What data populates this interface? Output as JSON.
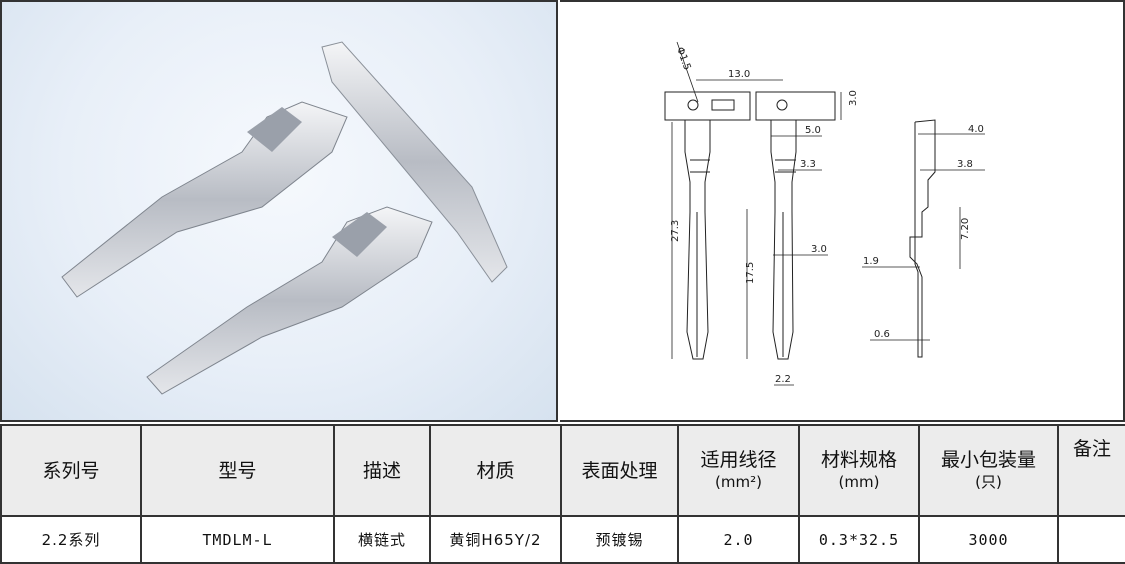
{
  "drawing": {
    "dims": {
      "hole_dia": "Φ1.5",
      "pitch": "13.0",
      "carrier_height": "3.0",
      "crimp_width": "5.0",
      "insulation_width": "3.3",
      "total_length": "27.3",
      "pin_length": "17.5",
      "pin_width": "3.0",
      "tip_width": "2.2",
      "side_top": "4.0",
      "side_crimp": "3.8",
      "side_offset": "7.20",
      "side_step": "1.9",
      "thickness": "0.6"
    }
  },
  "table": {
    "headers": [
      {
        "main": "系列号"
      },
      {
        "main": "型号"
      },
      {
        "main": "描述"
      },
      {
        "main": "材质"
      },
      {
        "main": "表面处理"
      },
      {
        "main": "适用线径",
        "sub": "(mm²)"
      },
      {
        "main": "材料规格",
        "sub": "(mm)"
      },
      {
        "main": "最小包装量",
        "sub": "(只)"
      },
      {
        "main": "备注"
      }
    ],
    "row": [
      "2.2系列",
      "TMDLM-L",
      "横链式",
      "黄铜H65Y/2",
      "预镀锡",
      "2.0",
      "0.3*32.5",
      "3000",
      ""
    ]
  }
}
